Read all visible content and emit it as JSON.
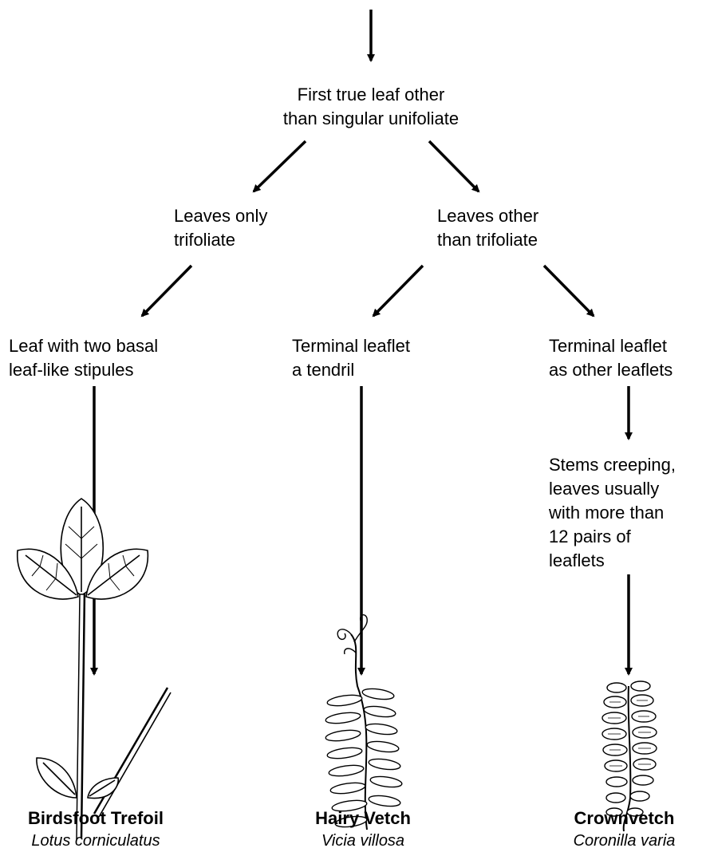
{
  "colors": {
    "ink": "#000000",
    "background": "#ffffff"
  },
  "nodes": {
    "root": [
      "First true leaf other",
      "than singular unifoliate"
    ],
    "trifoliate": [
      "Leaves only",
      "trifoliate"
    ],
    "other_than_trifoliate": [
      "Leaves other",
      "than trifoliate"
    ],
    "basal_stipules": [
      "Leaf with two basal",
      "leaf-like stipules"
    ],
    "tendril": [
      "Terminal leaflet",
      "a tendril"
    ],
    "as_other_leaflets": [
      "Terminal leaflet",
      "as other leaflets"
    ],
    "stems_creeping": [
      "Stems creeping,",
      "leaves usually",
      "with more than",
      "12 pairs of",
      "leaflets"
    ]
  },
  "species": [
    {
      "common": "Birdsfoot Trefoil",
      "scientific": "Lotus corniculatus",
      "icon": "trifoliate-leaf-illustration"
    },
    {
      "common": "Hairy Vetch",
      "scientific": "Vicia villosa",
      "icon": "vetch-tendril-illustration"
    },
    {
      "common": "Crownvetch",
      "scientific": "Coronilla varia",
      "icon": "crownvetch-leaf-illustration"
    }
  ]
}
